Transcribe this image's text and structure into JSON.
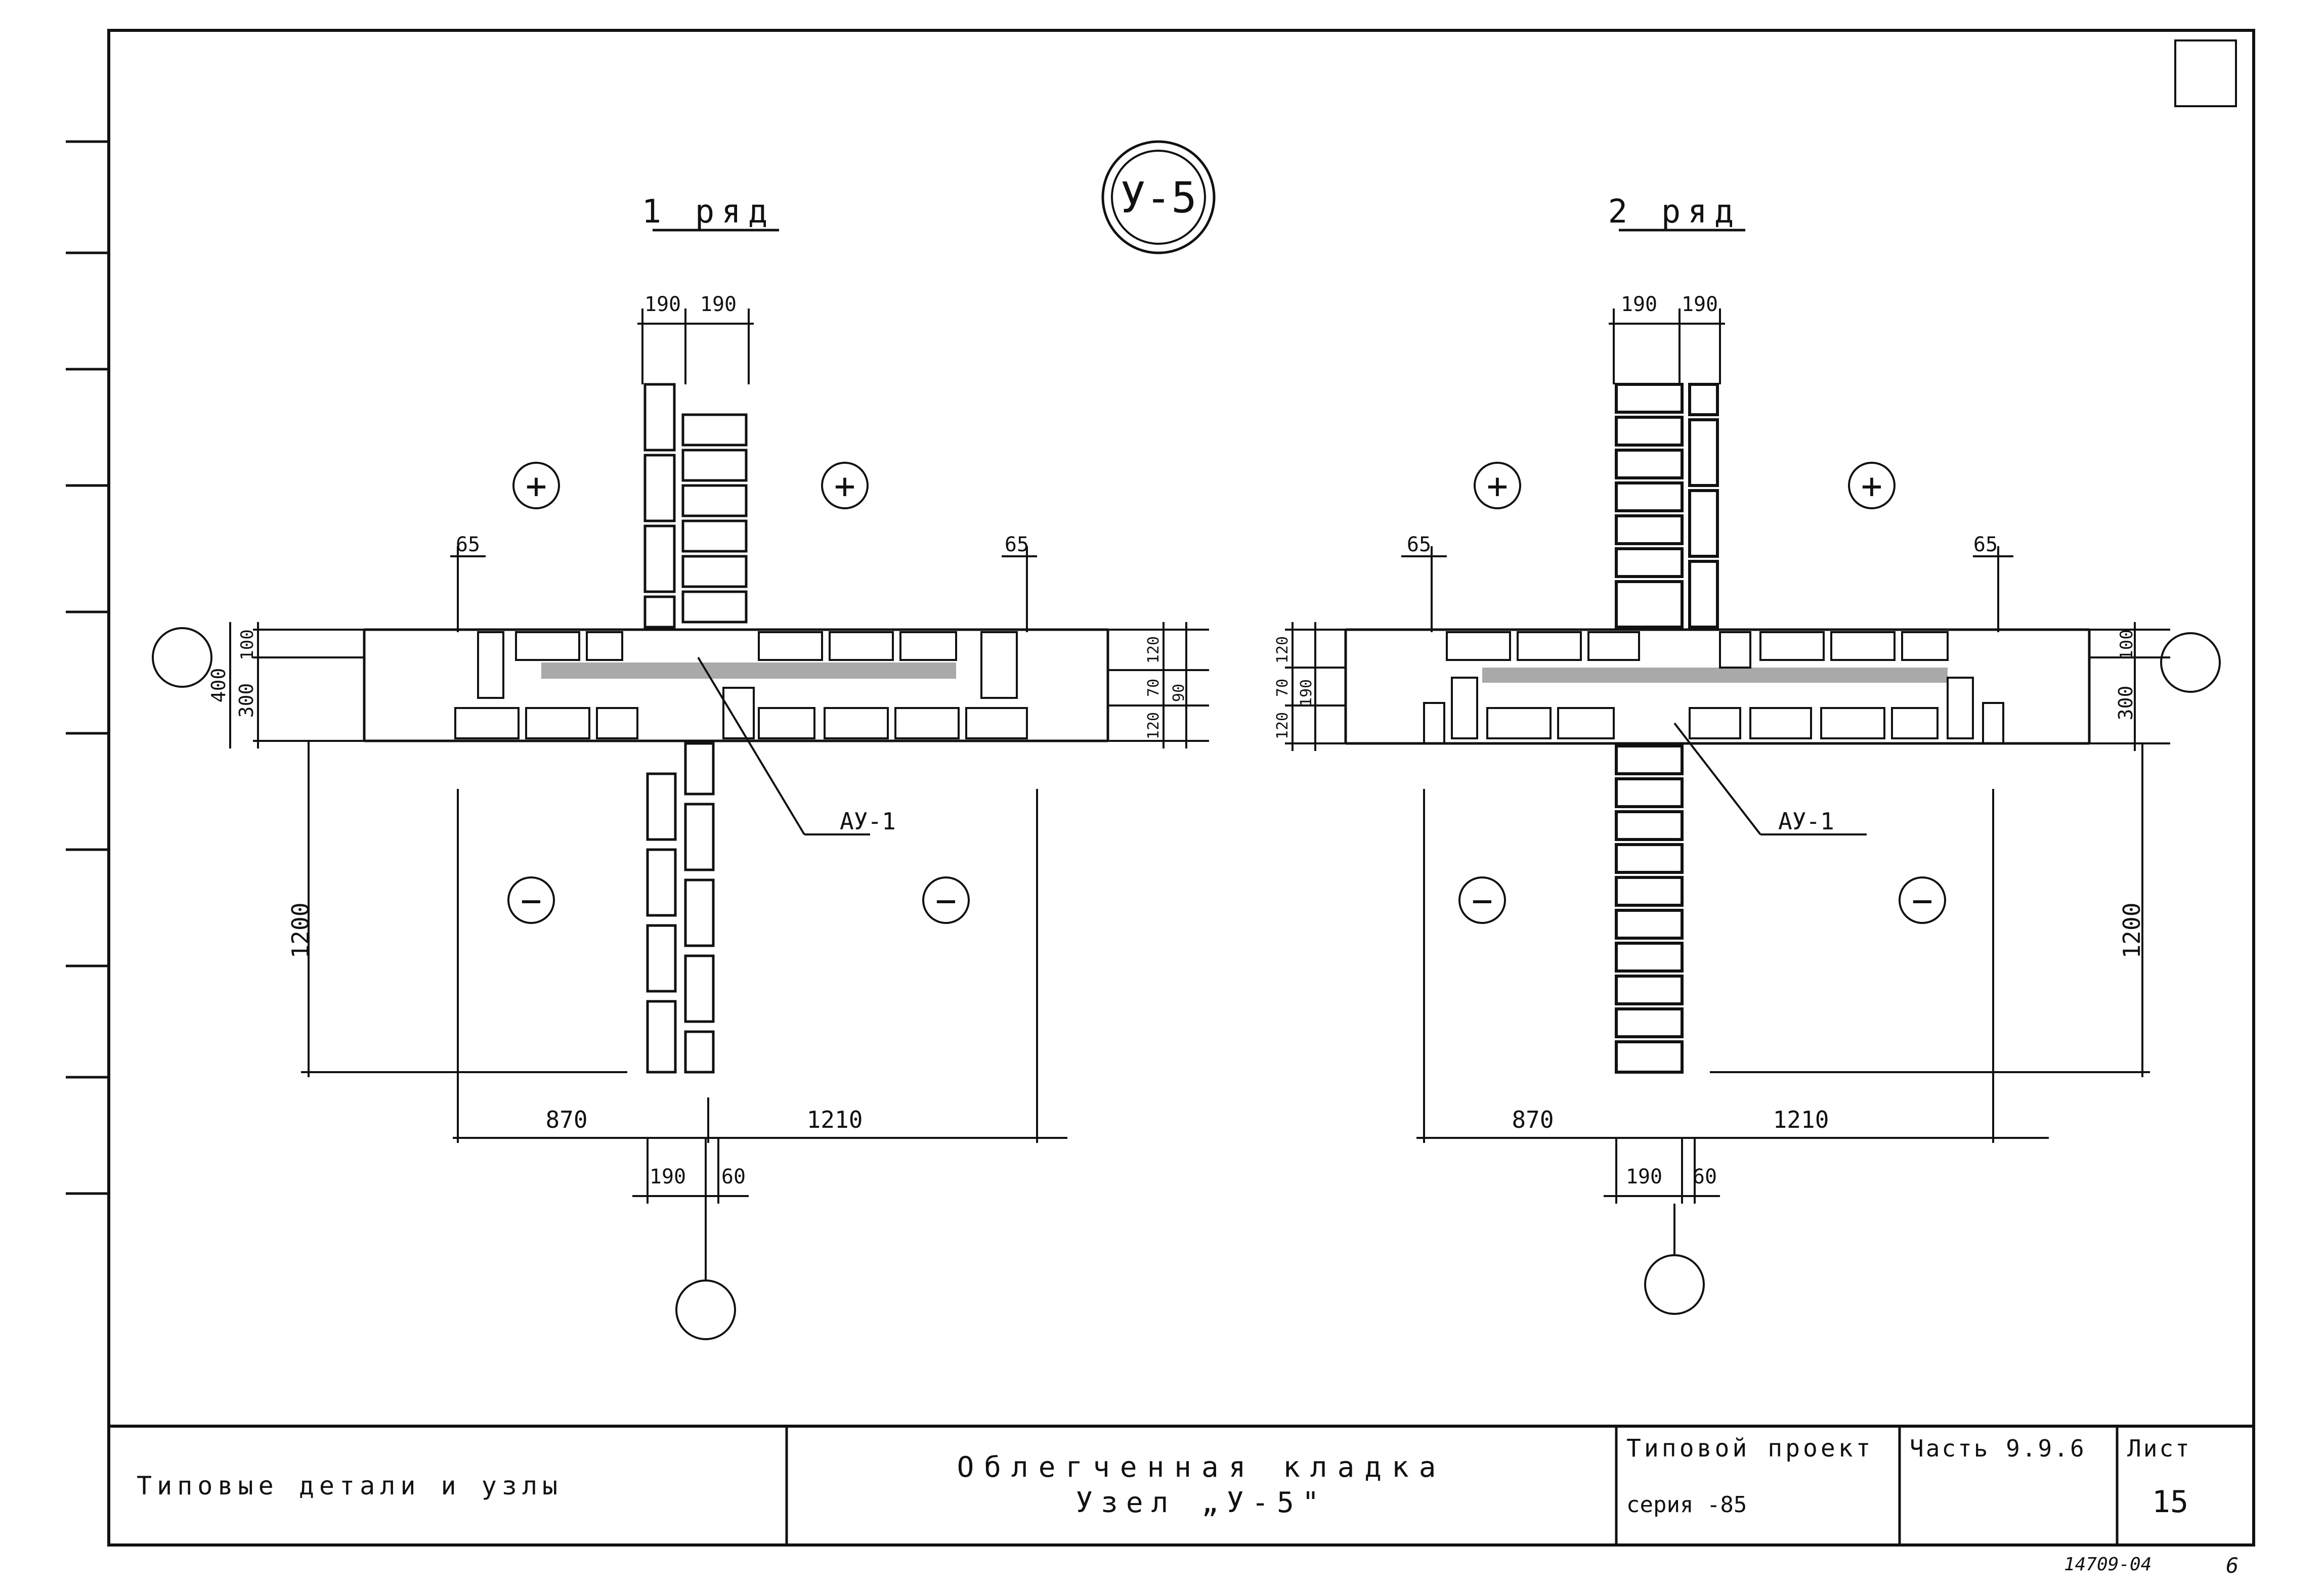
{
  "node_mark": "У-5",
  "views": [
    {
      "title": "1 ряд",
      "dims_top": [
        "190",
        "190"
      ],
      "dims_bottom": [
        "190",
        "60"
      ],
      "dims_side_left": [
        "100",
        "300",
        "400"
      ],
      "dims_side_right": [
        "120",
        "70",
        "90",
        "120"
      ],
      "small_dims": [
        "65",
        "65"
      ],
      "vertical_dim": "1200",
      "horiz_dims": [
        "870",
        "1210"
      ],
      "anchor": "АУ-1",
      "zone_plus": "+",
      "zone_minus": "−"
    },
    {
      "title": "2 ряд",
      "dims_top": [
        "190",
        "190"
      ],
      "dims_bottom": [
        "190",
        "60"
      ],
      "dims_side_left": [
        "120",
        "70",
        "120",
        "190"
      ],
      "dims_side_right": [
        "100",
        "300"
      ],
      "small_dims": [
        "65",
        "65"
      ],
      "vertical_dim": "1200",
      "horiz_dims": [
        "870",
        "1210"
      ],
      "anchor": "АУ-1",
      "zone_plus": "+",
      "zone_minus": "−"
    }
  ],
  "title_block": {
    "left": "Типовые детали и узлы",
    "center_line1": "Облегченная кладка",
    "center_line2": "Узел „У-5\"",
    "project_label": "Типовой проект",
    "series_label": "серия -85",
    "part_label": "Часть 9.9.6",
    "sheet_label": "Лист",
    "sheet_number": "15"
  },
  "footer": {
    "archive_number": "14709-04",
    "page_number": "6"
  }
}
